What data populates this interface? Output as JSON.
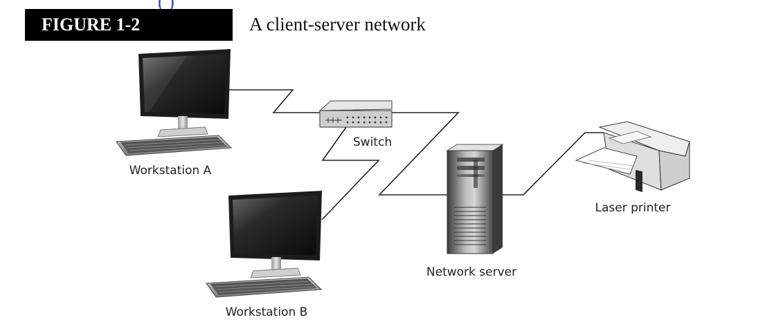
{
  "top_fragment": "(         )",
  "figure": {
    "label": "FIGURE 1-2",
    "caption": "A client-server network"
  },
  "nodes": {
    "workstation_a": "Workstation A",
    "workstation_b": "Workstation B",
    "switch": "Switch",
    "server": "Network server",
    "printer": "Laser printer"
  }
}
